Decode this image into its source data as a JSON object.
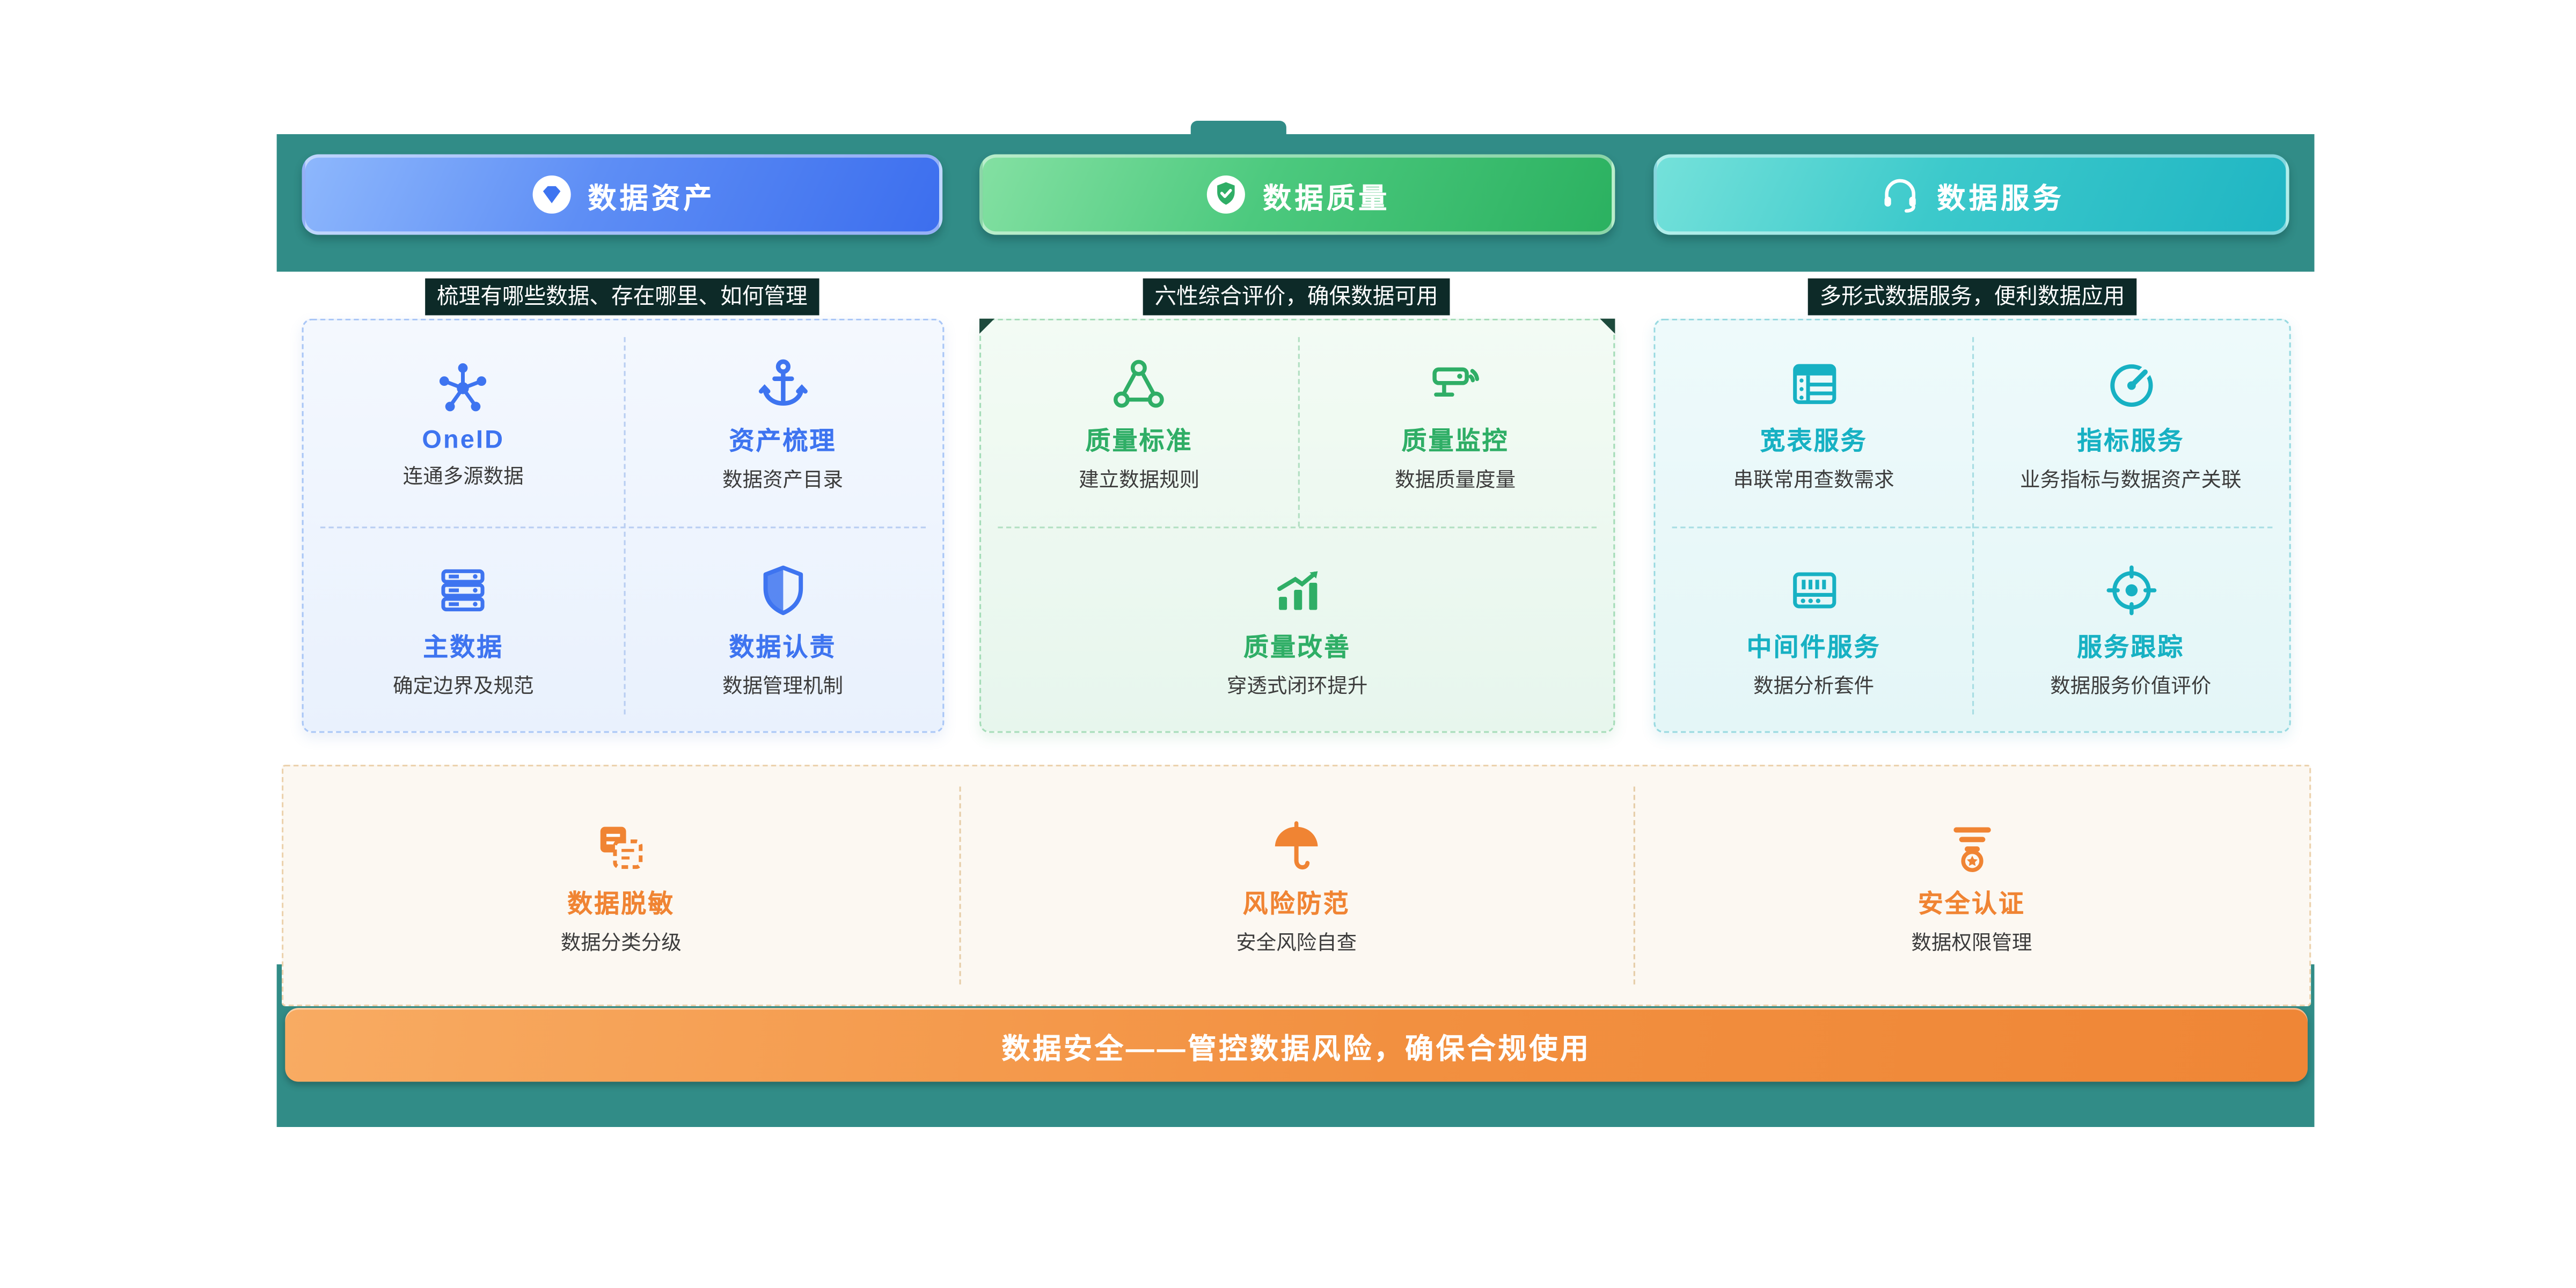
{
  "colors": {
    "band": "#318c87",
    "blue": "#3e74f0",
    "green": "#2fae66",
    "cyan": "#17b1c3",
    "orange": "#f08433"
  },
  "header": {
    "tabs": [
      {
        "label": "数据资产",
        "icon": "gem-icon"
      },
      {
        "label": "数据质量",
        "icon": "shield-check-icon"
      },
      {
        "label": "数据服务",
        "icon": "headset-icon"
      }
    ]
  },
  "subtitles": [
    "梳理有哪些数据、存在哪里、如何管理",
    "六性综合评价，确保数据可用",
    "多形式数据服务，便利数据应用"
  ],
  "panels": [
    {
      "title": "数据资产",
      "items": [
        {
          "title": "OneID",
          "desc": "连通多源数据",
          "icon": "network-icon"
        },
        {
          "title": "资产梳理",
          "desc": "数据资产目录",
          "icon": "anchor-icon"
        },
        {
          "title": "主数据",
          "desc": "确定边界及规范",
          "icon": "server-stack-icon"
        },
        {
          "title": "数据认责",
          "desc": "数据管理机制",
          "icon": "shield-icon"
        }
      ]
    },
    {
      "title": "数据质量",
      "items": [
        {
          "title": "质量标准",
          "desc": "建立数据规则",
          "icon": "triangle-nodes-icon"
        },
        {
          "title": "质量监控",
          "desc": "数据质量度量",
          "icon": "cctv-icon"
        },
        {
          "title": "质量改善",
          "desc": "穿透式闭环提升",
          "icon": "chart-up-icon"
        }
      ]
    },
    {
      "title": "数据服务",
      "items": [
        {
          "title": "宽表服务",
          "desc": "串联常用查数需求",
          "icon": "wide-table-icon"
        },
        {
          "title": "指标服务",
          "desc": "业务指标与数据资产关联",
          "icon": "gauge-icon"
        },
        {
          "title": "中间件服务",
          "desc": "数据分析套件",
          "icon": "middleware-icon"
        },
        {
          "title": "服务跟踪",
          "desc": "数据服务价值评价",
          "icon": "target-icon"
        }
      ]
    }
  ],
  "security": {
    "items": [
      {
        "title": "数据脱敏",
        "desc": "数据分类分级",
        "icon": "mask-icon"
      },
      {
        "title": "风险防范",
        "desc": "安全风险自查",
        "icon": "umbrella-icon"
      },
      {
        "title": "安全认证",
        "desc": "数据权限管理",
        "icon": "certification-icon"
      }
    ],
    "banner": "数据安全——管控数据风险，确保合规使用"
  }
}
